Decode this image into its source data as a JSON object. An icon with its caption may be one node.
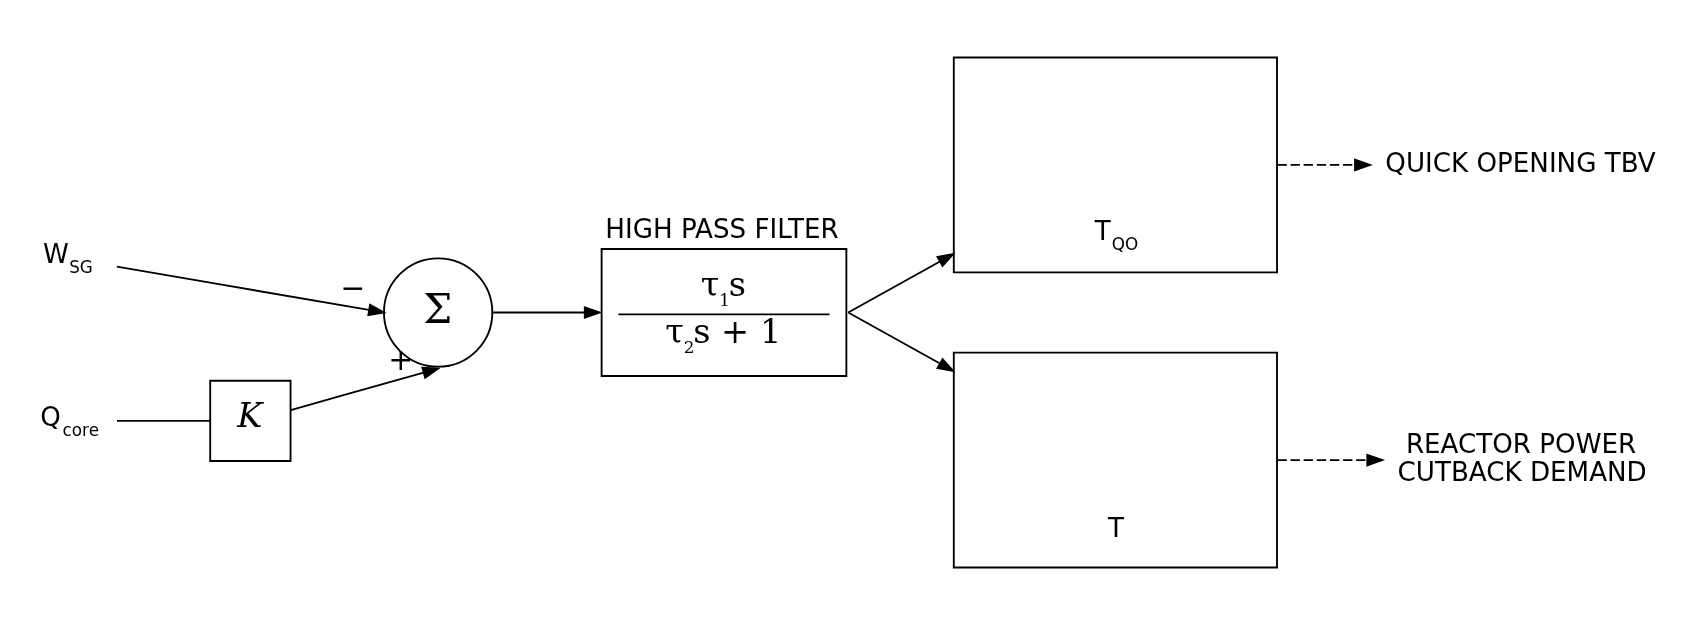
{
  "diagram": {
    "nodes": [
      {
        "text": [
          "W$_{SG}$"
        ]
      },
      {
        "text": [
          "Q$_{core}$"
        ]
      },
      {
        "text": [
          "K"
        ]
      },
      {
        "text": [
          "Σ"
        ]
      },
      {
        "text": [
          "HIGH PASS FILTER",
          "τ$_{1}$s",
          "τ$_{2}$s + 1"
        ]
      },
      {
        "text": [
          "T$_{QO}$"
        ]
      },
      {
        "text": [
          "T"
        ]
      },
      {
        "text": [
          "QUICK OPENING TBV"
        ]
      },
      {
        "text": [
          "REACTOR POWER CUTBACK DEMAND"
        ]
      }
    ],
    "edges": [
      {
        "from": 0,
        "to": 3,
        "arrow": "to",
        "label": "−"
      },
      {
        "from": 1,
        "to": 2,
        "arrow": "none"
      },
      {
        "from": 2,
        "to": 3,
        "arrow": "to",
        "label": "+"
      },
      {
        "from": 3,
        "to": 4,
        "arrow": "to"
      },
      {
        "from": 4,
        "to": 5,
        "arrow": "to"
      },
      {
        "from": 4,
        "to": 6,
        "arrow": "to"
      },
      {
        "from": 5,
        "to": 7,
        "arrow": "to",
        "style": "dashed"
      },
      {
        "from": 6,
        "to": 8,
        "arrow": "to",
        "style": "dashed"
      }
    ]
  }
}
